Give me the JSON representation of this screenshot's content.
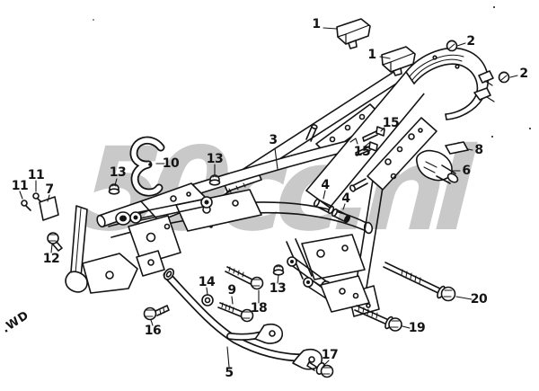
{
  "figure": {
    "background_color": "#ffffff",
    "line_color": "#141414",
    "watermark": {
      "text": "50cc.nl",
      "color": "#c9c9c9"
    },
    "corner_marking": {
      "text": ".WD"
    }
  },
  "callouts": [
    {
      "label": "1"
    },
    {
      "label": "1"
    },
    {
      "label": "2"
    },
    {
      "label": "2"
    },
    {
      "label": "3"
    },
    {
      "label": "15"
    },
    {
      "label": "15"
    },
    {
      "label": "8"
    },
    {
      "label": "6"
    },
    {
      "label": "10"
    },
    {
      "label": "13"
    },
    {
      "label": "13"
    },
    {
      "label": "11"
    },
    {
      "label": "11"
    },
    {
      "label": "7"
    },
    {
      "label": "4"
    },
    {
      "label": "4"
    },
    {
      "label": "12"
    },
    {
      "label": "13"
    },
    {
      "label": "14"
    },
    {
      "label": "9"
    },
    {
      "label": "18"
    },
    {
      "label": "16"
    },
    {
      "label": "5"
    },
    {
      "label": "17"
    },
    {
      "label": "19"
    },
    {
      "label": "20"
    }
  ],
  "parts": [
    {
      "ref": "1",
      "shape": "rubber-block",
      "qty": 2
    },
    {
      "ref": "2",
      "shape": "dome-head-bolt",
      "qty": 2
    },
    {
      "ref": "3",
      "shape": "frame-backbone-tube",
      "qty": 1
    },
    {
      "ref": "4",
      "shape": "collar-bush",
      "qty": 2
    },
    {
      "ref": "5",
      "shape": "curved-guard-bar",
      "qty": 1
    },
    {
      "ref": "6",
      "shape": "rubber-mount",
      "qty": 1
    },
    {
      "ref": "7",
      "shape": "small-plate",
      "qty": 1
    },
    {
      "ref": "8",
      "shape": "small-plate",
      "qty": 1
    },
    {
      "ref": "9",
      "shape": "flange-bolt",
      "qty": 1
    },
    {
      "ref": "10",
      "shape": "c-clamp",
      "qty": 1
    },
    {
      "ref": "11",
      "shape": "clip",
      "qty": 2
    },
    {
      "ref": "12",
      "shape": "flange-bolt",
      "qty": 1
    },
    {
      "ref": "13",
      "shape": "cap-nut",
      "qty": 3
    },
    {
      "ref": "14",
      "shape": "washer",
      "qty": 1
    },
    {
      "ref": "15",
      "shape": "small-bolt",
      "qty": 2
    },
    {
      "ref": "16",
      "shape": "flange-bolt",
      "qty": 1
    },
    {
      "ref": "17",
      "shape": "flange-bolt",
      "qty": 1
    },
    {
      "ref": "18",
      "shape": "flange-bolt",
      "qty": 1
    },
    {
      "ref": "19",
      "shape": "long-bolt",
      "qty": 1
    },
    {
      "ref": "20",
      "shape": "long-bolt",
      "qty": 1
    }
  ]
}
